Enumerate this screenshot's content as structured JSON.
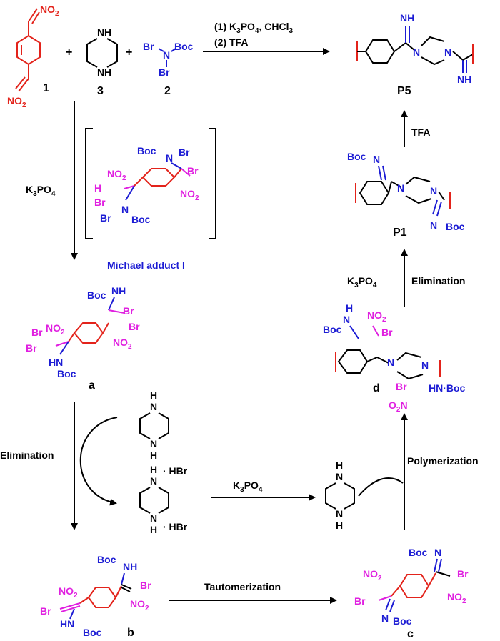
{
  "compounds": {
    "c1": "1",
    "c2": "2",
    "c3": "3",
    "a": "a",
    "b": "b",
    "c": "c",
    "d": "d",
    "p1": "P1",
    "p5": "P5"
  },
  "groups": {
    "no2": "NO",
    "no2_sub": "2",
    "o2n": "O",
    "o2n_sub": "2",
    "o2n_n": "N",
    "boc": "Boc",
    "br": "Br",
    "nh": "NH",
    "hn": "HN",
    "n": "N",
    "h": "H",
    "imine": "NH",
    "hbr": "· HBr",
    "hn_boc": "HN·Boc"
  },
  "reagents": {
    "step1": "(1) K",
    "step1_sub": "3",
    "step1_rest": "PO",
    "step1_sub2": "4",
    "step1_tail": ", CHCl",
    "step1_sub3": "3",
    "step2": "(2) TFA",
    "k3po4_k": "K",
    "k3po4_3": "3",
    "k3po4_po": "PO",
    "k3po4_4": "4",
    "tfa": "TFA",
    "elimination": "Elimination",
    "polymerization": "Polymerization",
    "tautomerization": "Tautomerization",
    "michael": "Michael adduct I",
    "plus": "+"
  },
  "colors": {
    "red": "#e3231b",
    "blue": "#1c1cd4",
    "magenta": "#e020e0",
    "black": "#000000"
  }
}
